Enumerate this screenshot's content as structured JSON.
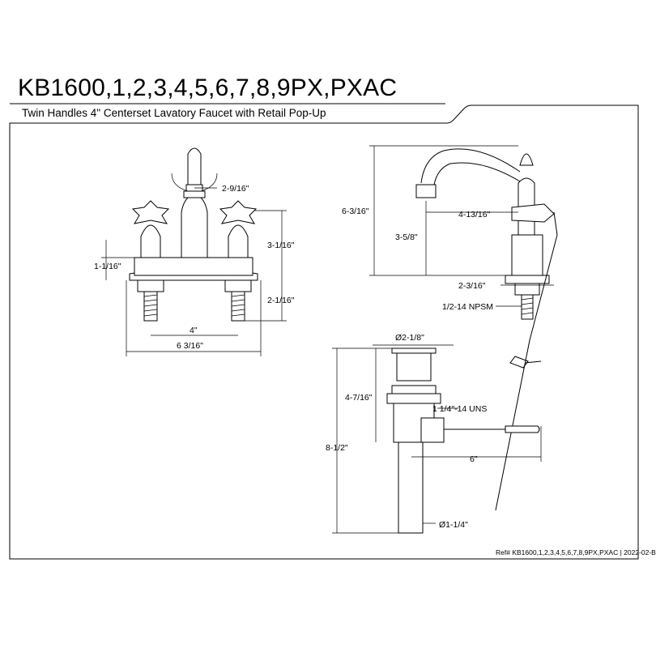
{
  "header": {
    "title": "KB1600,1,2,3,4,5,6,7,8,9PX,PXAC",
    "subtitle": "Twin Handles 4\" Centerset Lavatory Faucet with Retail Pop-Up"
  },
  "front_view": {
    "dims": {
      "spout_offset": "2-9/16\"",
      "handle_height": "3-1/16\"",
      "base_height": "1-1/16\"",
      "shank_length": "2-1/16\"",
      "center_spacing": "4\"",
      "overall_width": "6 3/16\""
    }
  },
  "side_view": {
    "dims": {
      "overall_height": "6-3/16\"",
      "spout_reach": "4-13/16\"",
      "spout_height": "3-5/8\"",
      "base_depth": "2-3/16\"",
      "thread": "1/2-14 NPSM"
    }
  },
  "drain_view": {
    "dims": {
      "flange_diameter": "Ø2-1/8\"",
      "upper_height": "4-7/16\"",
      "thread": "1 1/4\"-14 UNS",
      "overall_height": "8-1/2\"",
      "rod_length": "6\"",
      "tail_diameter": "Ø1-1/4\""
    }
  },
  "footer": {
    "reference": "Ref# KB1600,1,2,3,4,5,6,7,8,9PX,PXAC | 2022-02-B"
  }
}
